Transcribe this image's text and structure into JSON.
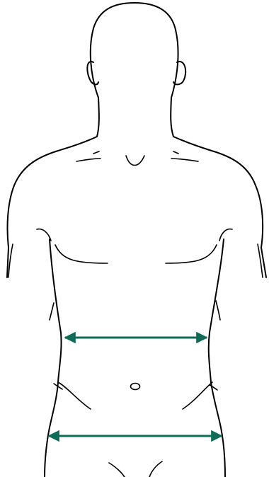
{
  "figure": {
    "subject": "torso-front-outline",
    "line_color": "#000000",
    "background_color": "#ffffff",
    "arrow_color": "#0d6b56",
    "measurements": [
      {
        "id": "waist"
      },
      {
        "id": "hip"
      }
    ]
  }
}
